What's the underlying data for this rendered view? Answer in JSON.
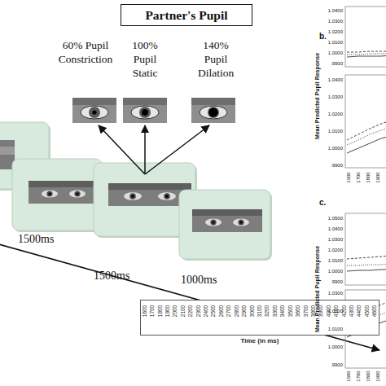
{
  "diagram": {
    "nodes": [
      {
        "text": [
          "Partner's Pupil"
        ]
      },
      {
        "text": [
          "1600",
          "1700",
          "1800",
          "1900",
          "2000",
          "2100",
          "2200",
          "2300",
          "2400",
          "2500",
          "2600",
          "2700",
          "2800",
          "2900",
          "3000",
          "3100",
          "3200",
          "3300",
          "3400",
          "3500",
          "3600",
          "3700",
          "3800",
          "3900",
          "4000",
          "4100",
          "4200",
          "4300",
          "4400",
          "4500",
          "4600",
          "Time (in ms)"
        ]
      }
    ],
    "labels": [
      "60% Pupil Constriction",
      "100% Pupil Static",
      "140% Pupil Dilation",
      "1500ms",
      "1500ms",
      "1000ms",
      "b.",
      "Mean Predicted Pupil Response",
      "1.0400",
      "1.0300",
      "1.0200",
      "1.0100",
      "1.0000",
      ".9900",
      "1.0400",
      "1.0300",
      "1.0200",
      "1.0100",
      "1.0000",
      ".9900",
      "1600",
      "1700",
      "1800",
      "1900",
      "c.",
      "Mean Predicted Pupil Response",
      "1.0500",
      "1.0400",
      "1.0300",
      "1.0200",
      "1.0100",
      "1.0000",
      ".9900",
      "1.0300",
      "1.0200",
      "1.0100",
      "1.0000",
      ".9900",
      "1600",
      "1700",
      "1800",
      "1900"
    ]
  }
}
